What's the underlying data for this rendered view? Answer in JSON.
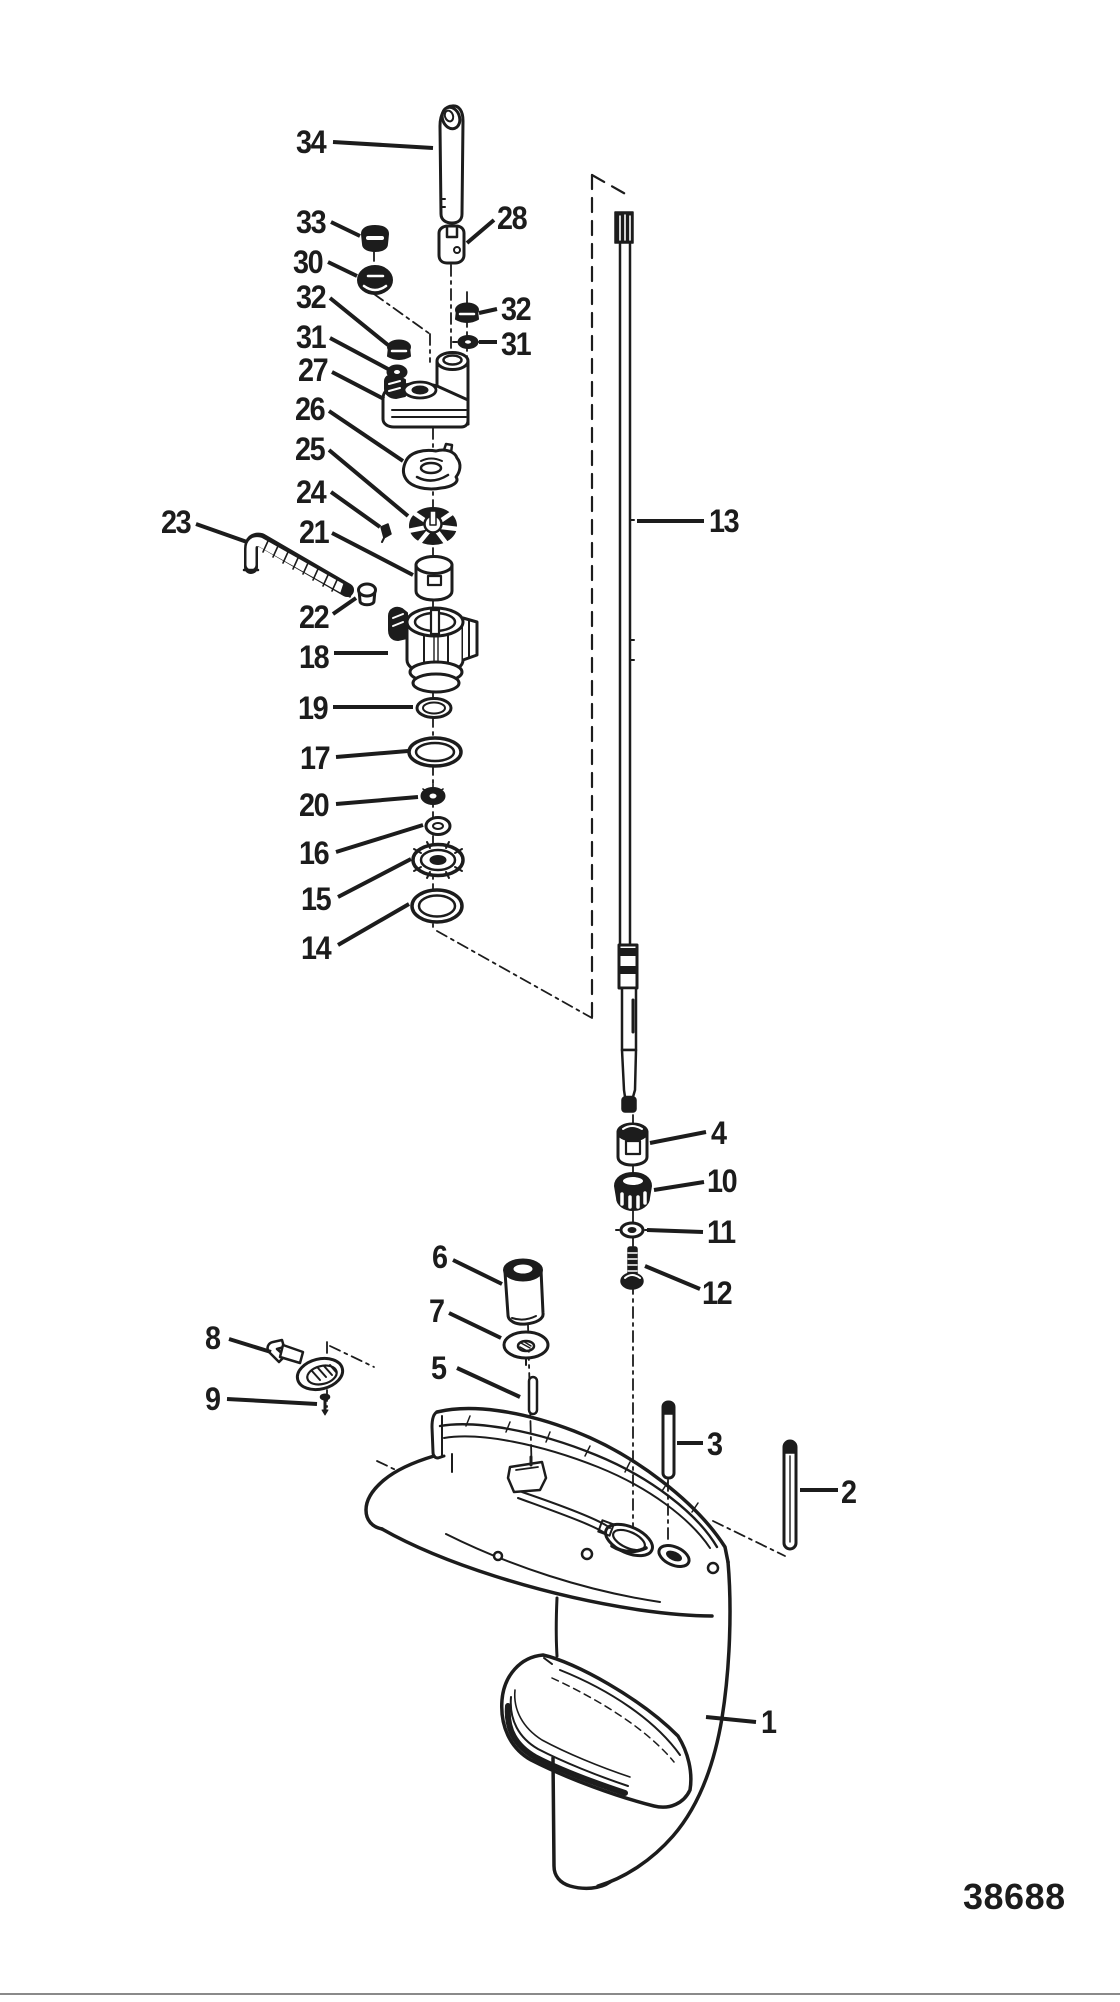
{
  "figure": {
    "drawing_number": "38688",
    "callouts": [
      {
        "id": "34",
        "label": "34"
      },
      {
        "id": "33",
        "label": "33"
      },
      {
        "id": "30",
        "label": "30"
      },
      {
        "id": "32-left",
        "label": "32"
      },
      {
        "id": "31-left",
        "label": "31"
      },
      {
        "id": "27",
        "label": "27"
      },
      {
        "id": "26",
        "label": "26"
      },
      {
        "id": "25",
        "label": "25"
      },
      {
        "id": "24",
        "label": "24"
      },
      {
        "id": "21",
        "label": "21"
      },
      {
        "id": "23",
        "label": "23"
      },
      {
        "id": "22",
        "label": "22"
      },
      {
        "id": "18",
        "label": "18"
      },
      {
        "id": "19",
        "label": "19"
      },
      {
        "id": "17",
        "label": "17"
      },
      {
        "id": "20",
        "label": "20"
      },
      {
        "id": "16",
        "label": "16"
      },
      {
        "id": "15",
        "label": "15"
      },
      {
        "id": "14",
        "label": "14"
      },
      {
        "id": "28",
        "label": "28"
      },
      {
        "id": "32-right",
        "label": "32"
      },
      {
        "id": "31-right",
        "label": "31"
      },
      {
        "id": "13",
        "label": "13"
      },
      {
        "id": "4",
        "label": "4"
      },
      {
        "id": "10",
        "label": "10"
      },
      {
        "id": "11",
        "label": "11"
      },
      {
        "id": "12",
        "label": "12"
      },
      {
        "id": "6",
        "label": "6"
      },
      {
        "id": "7",
        "label": "7"
      },
      {
        "id": "5",
        "label": "5"
      },
      {
        "id": "8",
        "label": "8"
      },
      {
        "id": "9",
        "label": "9"
      },
      {
        "id": "3",
        "label": "3"
      },
      {
        "id": "2",
        "label": "2"
      },
      {
        "id": "1",
        "label": "1"
      }
    ]
  },
  "colors": {
    "ink": "#1c1c1c",
    "background": "#ffffff",
    "page_rule": "#8a8a8a"
  }
}
